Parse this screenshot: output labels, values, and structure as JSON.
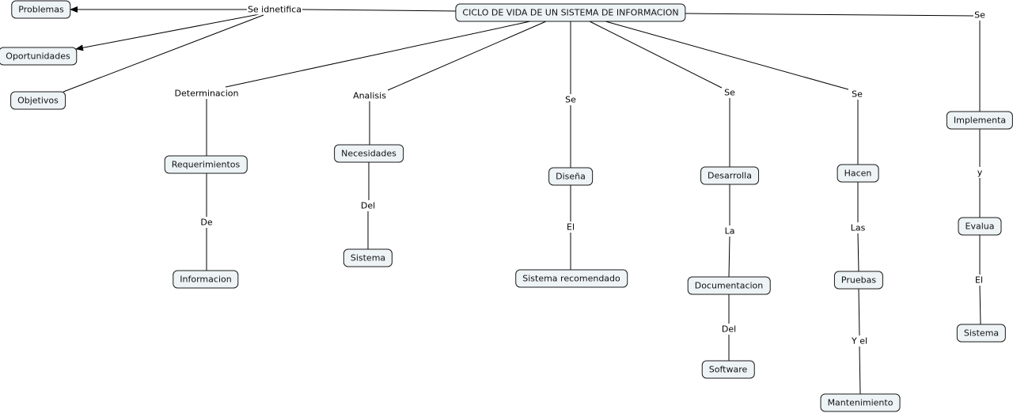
{
  "concepts": {
    "main": "CICLO DE VIDA DE UN SISTEMA DE INFORMACION",
    "problemas": "Problemas",
    "oportunidades": "Oportunidades",
    "objetivos": "Objetivos",
    "requerimientos": "Requerimientos",
    "informacion": "Informacion",
    "necesidades": "Necesidades",
    "sistema1": "Sistema",
    "disena": "Diseña",
    "sistema_recomendado": "Sistema recomendado",
    "desarrolla": "Desarrolla",
    "documentacion": "Documentacion",
    "software": "Software",
    "hacen": "Hacen",
    "pruebas": "Pruebas",
    "mantenimiento": "Mantenimiento",
    "implementa": "Implementa",
    "evalua": "Evalua",
    "sistema2": "Sistema"
  },
  "links": {
    "se_identifica": "Se idnetifica",
    "determinacion": "Determinacion",
    "analisis": "Analisis",
    "se_disena": "Se",
    "se_desarrolla": "Se",
    "se_hacen": "Se",
    "se_implementa": "Se",
    "de": "De",
    "del1": "Del",
    "el1": "El",
    "la": "La",
    "del2": "Del",
    "las": "Las",
    "y_el": "Y el",
    "y": "y",
    "el2": "El"
  },
  "colors": {
    "node_fill": "#eef4f6",
    "node_border": "#1a1a1a"
  }
}
